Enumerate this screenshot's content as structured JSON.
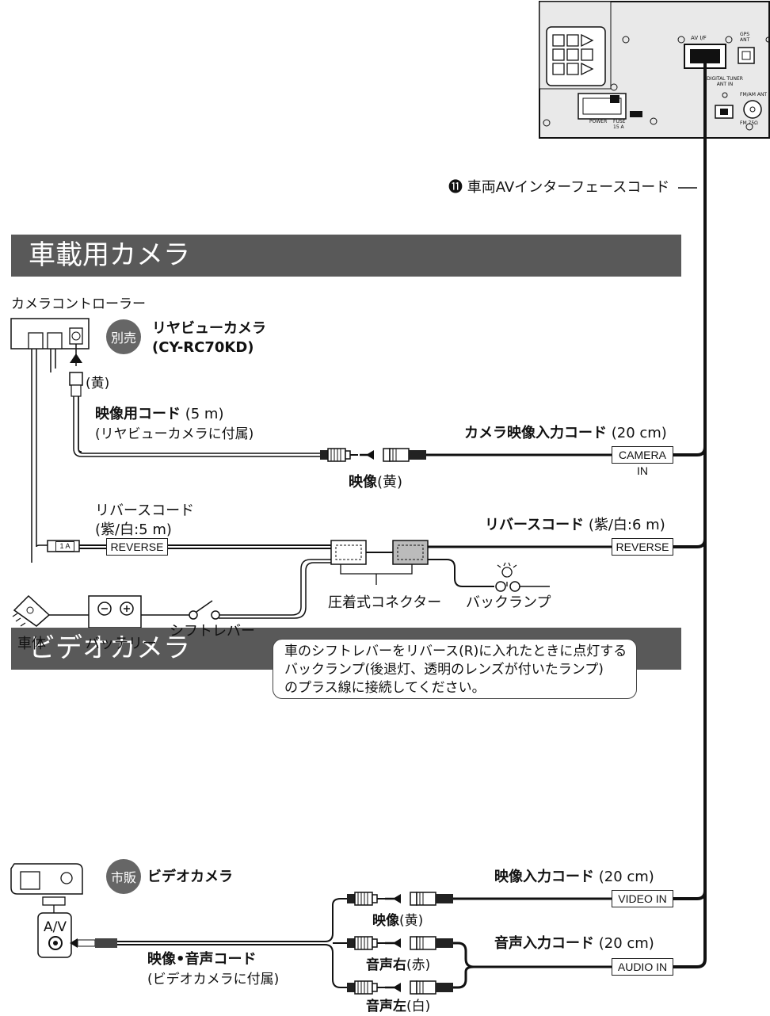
{
  "head_unit": {
    "port_av_if": "AV I/F",
    "port_gps": "GPS ANT",
    "port_digital_tuner": "DIGITAL TUNER ANT IN",
    "port_fm_am": "FM/AM ANT",
    "fm_impedance": "FM 75Ω",
    "power": "POWER",
    "fuse": "FUSE 15 A"
  },
  "interface_cord": "⓫ 車両AVインターフェースコード",
  "sections": {
    "camera": "車載用カメラ",
    "video": "ビデオカメラ"
  },
  "camera_section": {
    "controller": "カメラコントローラー",
    "badge": "別売",
    "camera_name": "リヤビューカメラ",
    "camera_model": "(CY-RC70KD)",
    "yellow": "(黄)",
    "video_cord_title": "映像用コード",
    "video_cord_len": " (5 m)",
    "video_cord_note": "(リヤビューカメラに付属)",
    "camera_input_title": "カメラ映像入力コード",
    "camera_input_len": " (20 cm)",
    "camera_in_tag": "CAMERA IN",
    "video_label_title": "映像",
    "video_label_color": "(黄)",
    "reverse_cord_left_title": "リバースコード",
    "reverse_cord_left_spec": "(紫/白:5 m)",
    "connector_1a": "1 A",
    "reverse_tag_left": "REVERSE",
    "reverse_cord_right_title": "リバースコード",
    "reverse_cord_right_spec": " (紫/白:6 m)",
    "reverse_tag_right": "REVERSE",
    "crimp_connector": "圧着式コネクター",
    "back_lamp": "バックランプ",
    "car_body": "車体",
    "battery": "バッテリー",
    "shift_lever": "シフトレバー",
    "note_lines": [
      "車のシフトレバーをリバース(R)に入れたときに点灯する",
      "バックランプ(後退灯、透明のレンズが付いたランプ)",
      "のプラス線に接続してください。"
    ]
  },
  "video_section": {
    "badge": "市販",
    "camera_name": "ビデオカメラ",
    "av_jack": "A/V",
    "av_cord_title": "映像•音声コード",
    "av_cord_note": "(ビデオカメラに付属)",
    "video_input_title": "映像入力コード",
    "video_input_len": " (20 cm)",
    "video_in_tag": "VIDEO IN",
    "audio_input_title": "音声入力コード",
    "audio_input_len": " (20 cm)",
    "audio_in_tag": "AUDIO IN",
    "plug_video_title": "映像",
    "plug_video_color": "(黄)",
    "plug_right_title": "音声右",
    "plug_right_color": "(赤)",
    "plug_left_title": "音声左",
    "plug_left_color": "(白)"
  }
}
